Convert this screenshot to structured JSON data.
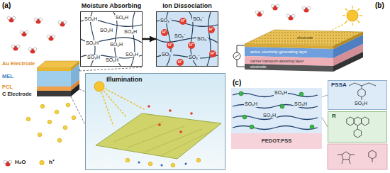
{
  "diagram": {
    "nodes": [
      {
        "text": [
          "Moisture Absorbing",
          "SO₃H",
          "SO₃H",
          "SO₃H",
          "SO₃H",
          "SO₃H",
          "SO₃H",
          "SO₃H",
          "SO₃H",
          "SO₃H"
        ]
      },
      {
        "text": [
          "Ion Dissociation",
          "H⁺",
          "H⁺",
          "H⁺",
          "H⁺",
          "H⁺",
          "H⁺",
          "H⁺",
          "SO₃⁻",
          "SO₃⁻",
          "SO₃⁻",
          "SO₃⁻",
          "SO₃⁻",
          "SO₃⁻"
        ]
      },
      {
        "text": [
          "Illumination"
        ]
      },
      {
        "text": [
          "SO₃H",
          "SO₃H",
          "SO₃H",
          "SO₃H"
        ]
      },
      {
        "text": [
          "PEDOT:PSS"
        ]
      },
      {
        "text": [
          "PSSA",
          "SO₃H"
        ]
      },
      {
        "text": [
          "R"
        ]
      }
    ],
    "edges": [
      {
        "from": 0,
        "to": 1,
        "arrow": "to"
      },
      {
        "from": 3,
        "to": 5,
        "arrow": "none"
      },
      {
        "from": 3,
        "to": 6,
        "arrow": "none"
      }
    ],
    "labels": [
      "(a)",
      "Au Electrode",
      "MEL",
      "PCL",
      "C Electrode",
      "(b)",
      "electrode",
      "active electricity-generating layer",
      "carrier transport-assisting layer",
      "electrode",
      "(c)"
    ],
    "legend": [
      {
        "text": "H₂O"
      },
      {
        "text": "h⁺"
      }
    ]
  }
}
